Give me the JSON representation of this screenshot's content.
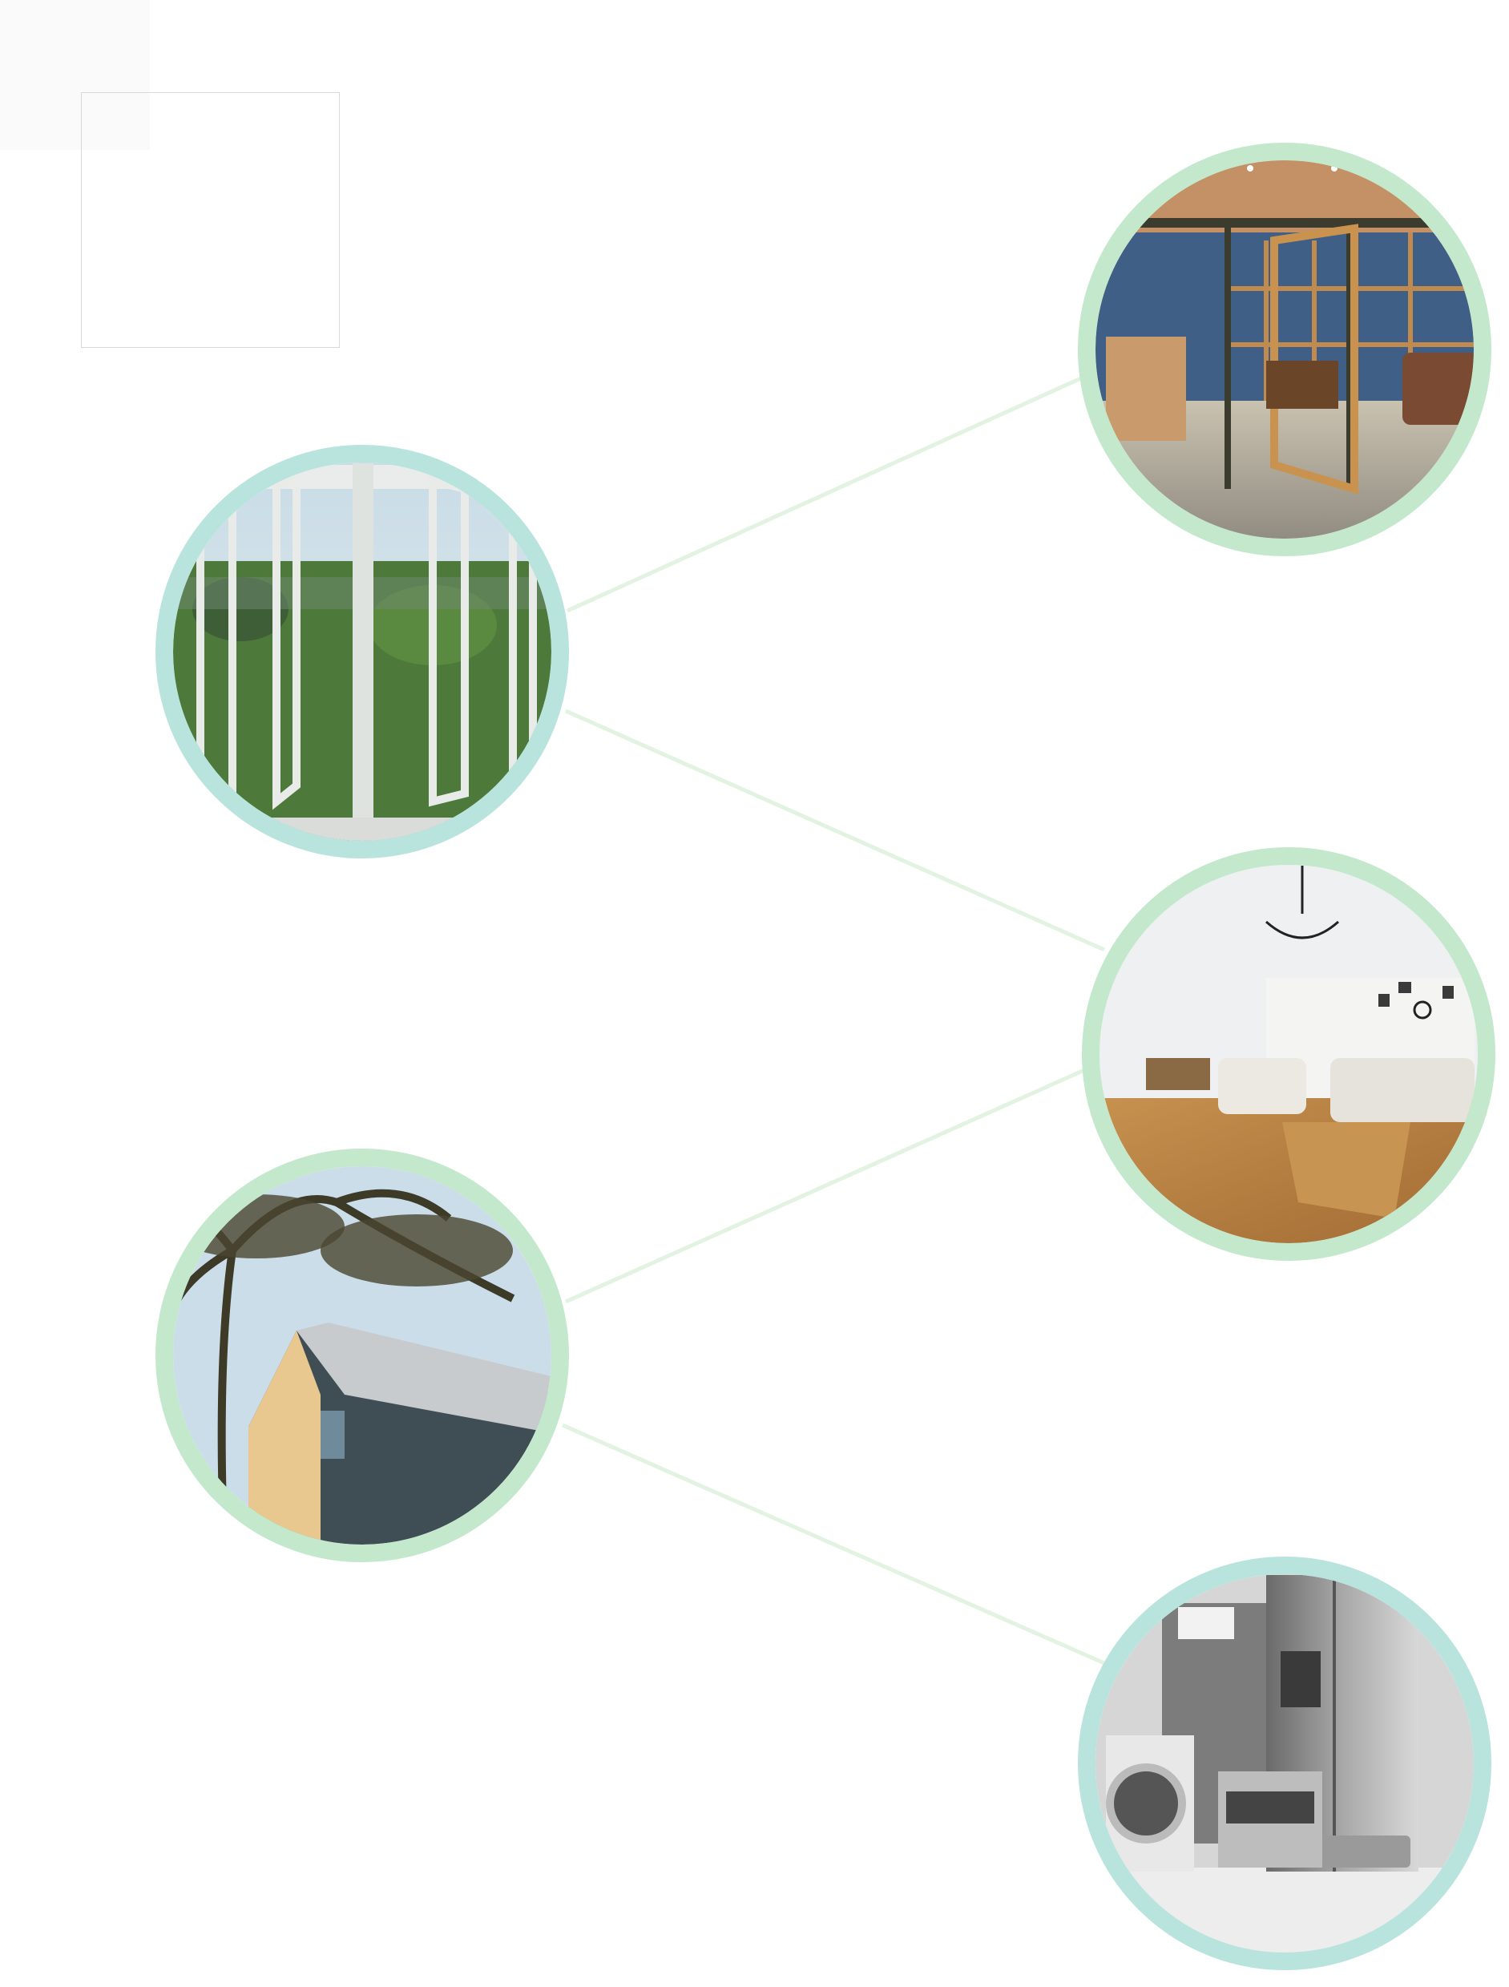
{
  "colors": {
    "ring_green": "#c3e8cc",
    "ring_teal": "#b9e4de",
    "connector": "#e2f3e2"
  },
  "photos": [
    {
      "id": "door",
      "ring": "ring_green"
    },
    {
      "id": "window",
      "ring": "ring_teal"
    },
    {
      "id": "living-room",
      "ring": "ring_green"
    },
    {
      "id": "house",
      "ring": "ring_green"
    },
    {
      "id": "appliances",
      "ring": "ring_teal"
    }
  ]
}
